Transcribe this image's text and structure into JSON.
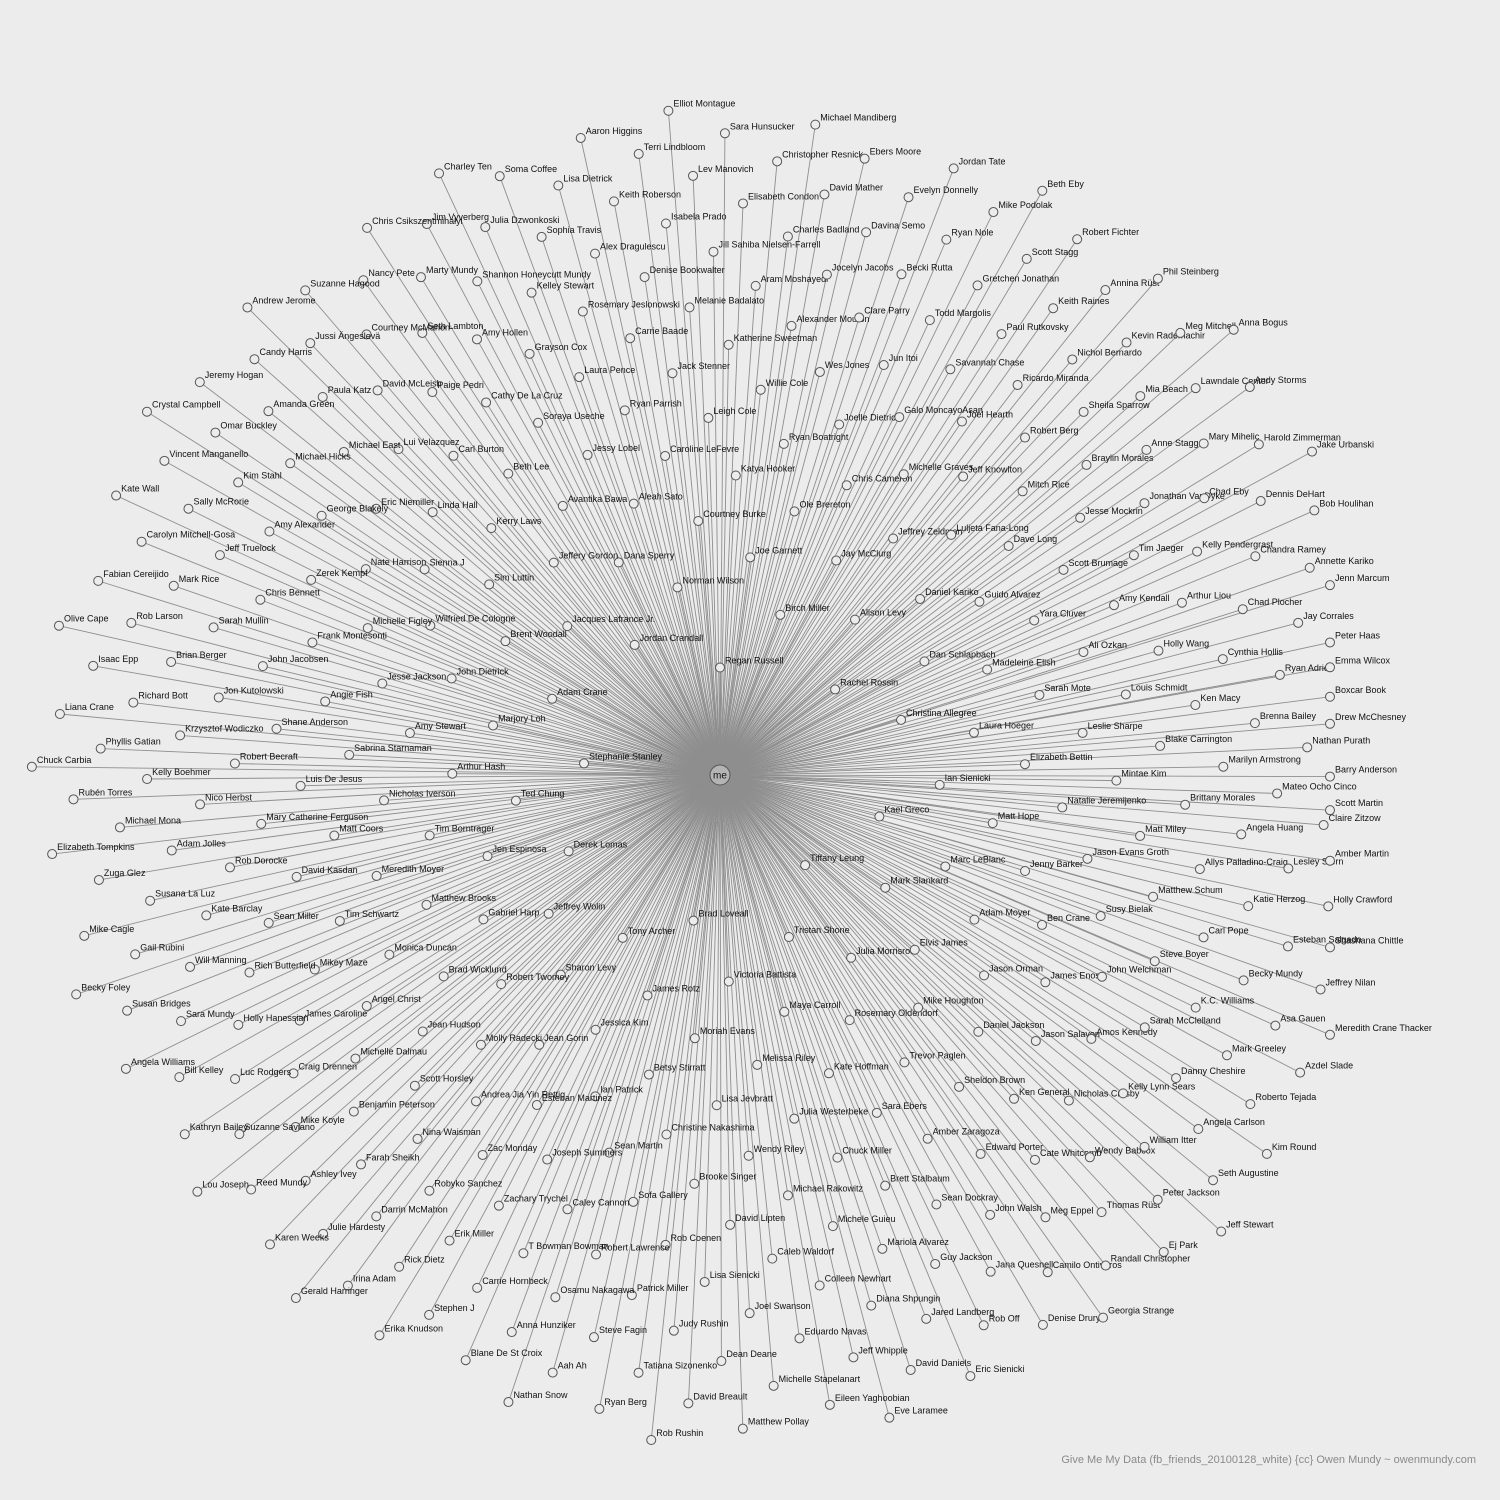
{
  "center": {
    "label": "me"
  },
  "credit": "Give Me My Data (fb_friends_20100128_white) {cc} Owen Mundy ~ owenmundy.com",
  "nodes": [
    "Regan Russell",
    "Tiffany Leung",
    "Stephanie Stanley",
    "Rachel Rossin",
    "Brad Loveall",
    "Jordan Crandall",
    "Kael Greco",
    "Derek Lomas",
    "Birch Miller",
    "Tristan Shone",
    "Adam Crane",
    "Christina Allegree",
    "Tony Archer",
    "Norman Wilson",
    "Mark Slankard",
    "Ted Chung",
    "Alison Levy",
    "Victoria Battista",
    "Jacques Lafrance Jr.",
    "Ian Sienicki",
    "Jeffrey Wolin",
    "Joe Garnett",
    "Julia Morrisroe",
    "Marjory Loh",
    "Dan Schlapbach",
    "James Rotz",
    "Dana Sperry",
    "Marc LeBlanc",
    "Jen Espinosa",
    "Jay McClurg",
    "Maya Carroll",
    "Brent Woodall",
    "Laura Hoeger",
    "Sharon Levy",
    "Courtney Burke",
    "Elvis James",
    "Arthur Hash",
    "Daniel Kariko",
    "Moriah Evans",
    "Jeffery Gordon",
    "Matt Hope",
    "Gabriel Harp",
    "Ole Brereton",
    "Rosemary Oldendorf",
    "John Dietrick",
    "Madeleine Elish",
    "Jessica Kim",
    "Aleah Sato",
    "Adam Moyer",
    "Tim Borntrager",
    "Jeffrey Zeldman",
    "Melissa Riley",
    "Sim Luttin",
    "Elizabeth Bettin",
    "Robert Twomey",
    "Katya Hooker",
    "Mike Houghton",
    "Amy Stewart",
    "Guido Alvarez",
    "Betsy Stirratt",
    "Avantika Bawa",
    "Jenny Barker",
    "Matthew Brooks",
    "Chris Cameron",
    "Kate Hoffman",
    "Wilfried De Cologne",
    "Sarah Mote",
    "Jean Gorin",
    "Caroline LeFevre",
    "Jason Orman",
    "Nicholas Iverson",
    "Luljeta Fana-Long",
    "Lisa Jevbratt",
    "Kerry Laws",
    "Natalie Jeremijenko",
    "Brad Wicklund",
    "Ryan Boatright",
    "Trevor Paglen",
    "Jesse Jackson",
    "Yara Cluver",
    "Ian Patrick",
    "Jessy Lobel",
    "Ben Crane",
    "Meredith Moyer",
    "Michelle Graves",
    "Julia Westerbeke",
    "Sienna J",
    "Leslie Sharpe",
    "Molly Radecki",
    "Leigh Cole",
    "Daniel Jackson",
    "Sabrina Starnaman",
    "Dave Long",
    "Christine Nakashima",
    "Beth Lee",
    "Jason Evans Groth",
    "Monica Duncan",
    "Joelle Dietrick",
    "Sara Ebers",
    "Michelle Figley",
    "Ali Ozkan",
    "Esteban Martinez",
    "Ryan Parrish",
    "James Enos",
    "Matt Coors",
    "Jeff Knowlton",
    "Wendy Riley",
    "Linda Hall",
    "Mintae Kim",
    "Jean Hudson",
    "Willie Cole",
    "Sheldon Brown",
    "Angie Fish",
    "Scott Brumage",
    "Sean Martin",
    "Soraya Useche",
    "Susy Bielak",
    "Tim Schwartz",
    "Galo MoncayoAsan",
    "Chuck Miller",
    "Nate Harrison",
    "Louis Schmidt",
    "Andrea Jia Yin Rettig",
    "Jack Stenner",
    "Jason Salavon",
    "Luis De Jesus",
    "Mitch Rice",
    "Brooke Singer",
    "Carl Burton",
    "Matt Miley",
    "Angel Christ",
    "Wes Jones",
    "Amber Zaragoza",
    "Frank Montesonti",
    "Amy Kendall",
    "Joseph Summers",
    "Laura Pence",
    "John Welchman",
    "David Kasdan",
    "Joel Hearth",
    "Michael Rakowitz",
    "Eric Niemiller",
    "Blake Carrington",
    "Scott Horsley",
    "Katherine Sweetman",
    "Ken General",
    "Shane Anderson",
    "Jesse Mockrin",
    "Sofa Gallery",
    "Cathy De La Cruz",
    "Matthew Schum",
    "Mikey Maze",
    "Jun Itoi",
    "Brett Stalbaum",
    "Zerek Kempf",
    "Holly Wang",
    "Zac Monday",
    "Carrie Baade",
    "Amos Kennedy",
    "Mary Catherine Ferguson",
    "Robert Berg",
    "David Lipten",
    "Lui Velazquez",
    "Brittany Morales",
    "Michelle Dalmau",
    "Alexander Mouton",
    "Edward Porter",
    "John Jacobsen",
    "Tim Jaeger",
    "Caley Cannon",
    "Grayson Cox",
    "Steve Boyer",
    "Sean Miller",
    "Savannah Chase",
    "Michele Guieu",
    "George Blakely",
    "Ken Macy",
    "Nina Waisman",
    "Melanie Badalato",
    "Nicholas Crosby",
    "Robert Becraft",
    "Braylin Morales",
    "Rob Coenen",
    "Paige Pedri",
    "Allys Palladino-Craig",
    "James Caroline",
    "Clare Parry",
    "Sean Dockray",
    "Chris Bennett",
    "Arthur Liou",
    "Zachary Trychel",
    "Rosemary Jeslonowski",
    "Sarah McClelland",
    "Rob Dorocke",
    "Ricardo Miranda",
    "Caleb Waldorf",
    "Michael East",
    "Marilyn Armstrong",
    "Benjamin Peterson",
    "Aram Moshayedi",
    "Cate Whitcomb",
    "Jon Kutolowski",
    "Jonathan VanDyke",
    "Robert Lawrence",
    "Amy Hollen",
    "Carl Pope",
    "Rich Butterfield",
    "Todd Margolis",
    "Mariola Alvarez",
    "Amy Alexander",
    "Cynthia Hollis",
    "Robyko Sanchez",
    "Denise Bookwalter",
    "Kelly Lynn Sears",
    "Nico Herbst",
    "Sheila Sparrow",
    "Lisa Sienicki",
    "David McLeish",
    "Angela Huang",
    "Craig Drennen",
    "Jocelyn Jacobs",
    "John Walsh",
    "Sarah Mullin",
    "Kelly Pendergrast",
    "T Bowman Bowman",
    "Kelley Stewart",
    "K.C. Williams",
    "Kate Barclay",
    "Paul Rutkovsky",
    "Colleen Newhart",
    "Michael Hicks",
    "Brenna Bailey",
    "Farah Sheikh",
    "Jill Sahiba Nielsen-Farrell",
    "Wendy Babcox",
    "Krzysztof Wodiczko",
    "Anne Stagg",
    "Patrick Miller",
    "Seth Lambton",
    "Katie Herzog",
    "Holly Hanessian",
    "Becki Rutta",
    "Guy Jackson",
    "Jeff Truelock",
    "Chad Plocher",
    "Erik Miller",
    "Alex Dragulescu",
    "Danny Cheshire",
    "Adam Jolles",
    "Nichol Bernardo",
    "Joel Swanson",
    "Paula Katz",
    "Mateo Ocho Cinco",
    "Mike Koyle",
    "Charles Badland",
    "Meg Eppel",
    "Brian Berger",
    "Chad Eby",
    "Osamu Nakagawa",
    "Shannon Honeycutt Mundy",
    "Becky Mundy",
    "Will Manning",
    "Gretchen Jonathan",
    "Diana Shpungin",
    "Kim Stahl",
    "Ryan Adrick",
    "Darrin McMahon",
    "Isabela Prado",
    "William Itter",
    "Kelly Boehmer",
    "Mia Beach",
    "Judy Rushin",
    "Courtney McMahon",
    "Lesley Stern",
    "Luc Rodgers",
    "Davina Semo",
    "Jana Quesnell",
    "Mark Rice",
    "Chandra Ramey",
    "Carrie Hornbeck",
    "Sophia Travis",
    "Mark Greeley",
    "Susana La Luz",
    "Keith Raines",
    "Eduardo Navas",
    "Amanda Green",
    "Nathan Purath",
    "Ashley Ivey",
    "Elisabeth Condon",
    "Thomas Rüst",
    "Richard Bott",
    "Mary Mihelic",
    "Steve Fagin",
    "Marty Mundy",
    "Esteban Salgado",
    "Sara Mundy",
    "Ryan Nole",
    "Jared Landberg",
    "Sally McRorie",
    "Jay Corrales",
    "Rick Dietz",
    "Keith Roberson",
    "Angela Carlson",
    "Michael Mona",
    "Kevin Rademachir",
    "Dean Deane",
    "Jussi Ängeslevä",
    "Claire Zitzow",
    "Suzanne Saviano",
    "David Mather",
    "Camilo Ontiveros",
    "Rob Larson",
    "Dennis DeHart",
    "Anna Hunziker",
    "Julia Dzwonkoski",
    "Asa Gauen",
    "Gail Rubini",
    "Scott Stagg",
    "Jeff Whipple",
    "Omar Buckley",
    "Boxcar Book",
    "Julie Hardesty",
    "Lev Manovich",
    "Peter Jackson",
    "Phyllis Gatian",
    "Lawndale Center",
    "Tatiana Sizonenko",
    "Nancy Pete",
    "Holly Crawford",
    "Bill Kelley",
    "Evelyn Donnelly",
    "Rob Off",
    "Carolyn Mitchell-Gosa",
    "Annette Kariko",
    "Stephen J",
    "Lisa Dietrick",
    "Roberto Tejada",
    "Zuga Glez",
    "Annina Rüst",
    "Michelle Stapelanart",
    "Candy Harris",
    "Barry Anderson",
    "Reed Mundy",
    "Christopher Resnick",
    "Randall Christopher",
    "Isaac Epp",
    "Harold Zimmerman",
    "Aah Ah",
    "Jim Vyverberg",
    "Jeffrey Nilan",
    "Susan Bridges",
    "Mike Podolak",
    "David Daniels",
    "Vincent Manganello",
    "Peter Haas",
    "Irina Adam",
    "Terri Lindbloom",
    "Seth Augustine",
    "Rubén Torres",
    "Meg Mitchell",
    "David Breault",
    "Suzanne Hagood",
    "Amber Martin",
    "Kathryn Bailey",
    "Ebers Moore",
    "Denise Drury",
    "Fabian Cereijido",
    "Bob Houlihan",
    "Blane De St Croix",
    "Soma Coffee",
    "Azdel Slade",
    "Mike Cagle",
    "Robert Fichter",
    "Eileen Yaghoobian",
    "Jeremy Hogan",
    "Drew McChesney",
    "Karen Weeks",
    "Sara Hunsucker",
    "Ej Park",
    "Liana Crane",
    "Andy Storms",
    "Ryan Berg",
    "Chris Csikszentmihalyi",
    "Shashana Chittle",
    "Angela Williams",
    "Jordan Tate",
    "Eric Sienicki",
    "Kate Wall",
    "Jenn Marcum",
    "Erika Knudson",
    "Aaron Higgins",
    "Kim Round",
    "Elizabeth Tompkins",
    "Phil Steinberg",
    "Matthew Pollay",
    "Andrew Jerome",
    "Scott Martin",
    "Lou Joseph",
    "Michael Mandiberg",
    "Georgia Strange",
    "Olive Cape",
    "Jake Urbanski",
    "Nathan Snow",
    "Charley Ten",
    "Meredith Crane Thacker",
    "Becky Foley",
    "Beth Eby",
    "Eve Laramee",
    "Crystal Campbell",
    "Emma Wilcox",
    "Gerald Harringer",
    "Elliot Montague",
    "Jeff Stewart",
    "Chuck Carbia",
    "Anna Bogus",
    "Rob Rushin"
  ]
}
